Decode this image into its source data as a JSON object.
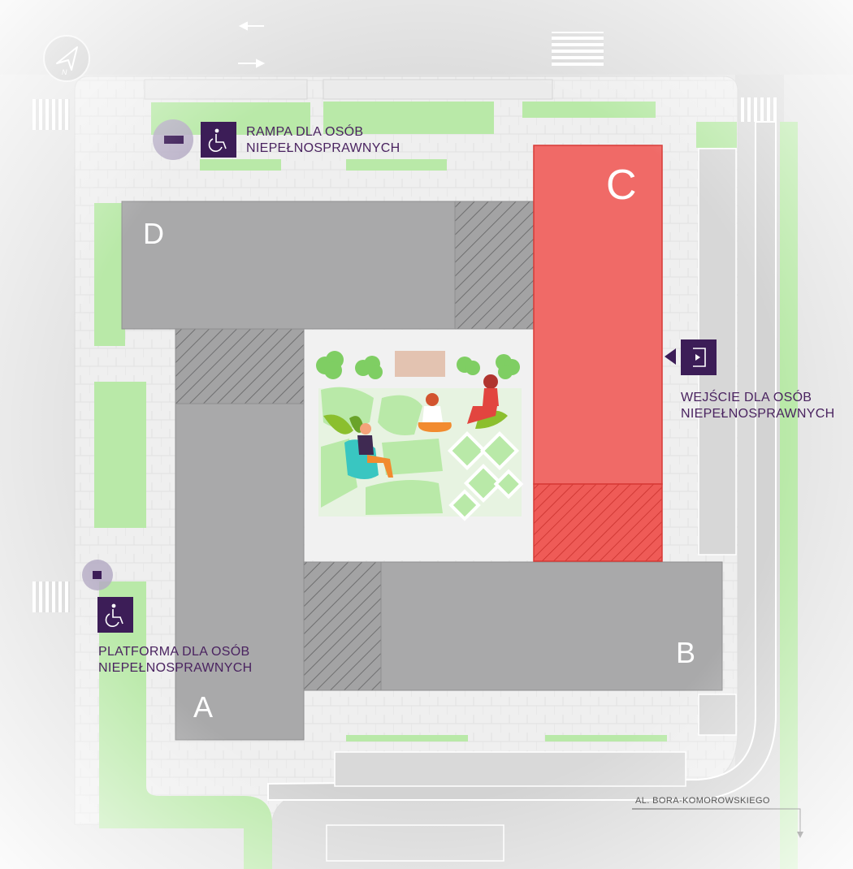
{
  "map": {
    "compass_letter": "N",
    "buildings": [
      {
        "id": "A",
        "label": "A"
      },
      {
        "id": "B",
        "label": "B"
      },
      {
        "id": "C",
        "label": "C"
      },
      {
        "id": "D",
        "label": "D"
      }
    ],
    "callouts": {
      "ramp": {
        "line1": "RAMPA DLA OSÓB",
        "line2": "NIEPEŁNOSPRAWNYCH",
        "icon": "wheelchair-icon"
      },
      "entrance": {
        "line1": "WEJŚCIE DLA OSÓB",
        "line2": "NIEPEŁNOSPRAWNYCH",
        "icon": "door-entrance-icon"
      },
      "platform": {
        "line1": "PLATFORMA DLA OSÓB",
        "line2": "NIEPEŁNOSPRAWNYCH",
        "icon": "wheelchair-icon"
      }
    },
    "street": "AL. BORA-KOMOROWSKIEGO"
  },
  "colors": {
    "building_gray": "#a9a9aa",
    "building_highlight": "#f06a67",
    "highlight_hatch": "#e2453f",
    "grass": "#b8e8a6",
    "paving": "#ececec",
    "road": "#dadada",
    "icon_purple": "#3c1d57",
    "marker_ring": "#a99dbb",
    "label_purple": "#4a2360"
  }
}
